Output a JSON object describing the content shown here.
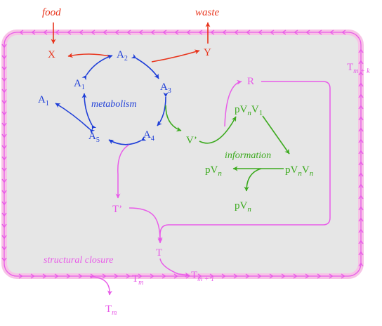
{
  "colors": {
    "metabolism": "#1f3fd8",
    "information": "#3caa1e",
    "structure": "#e85ce8",
    "exchange": "#e8341c",
    "cell_fill": "#e6e6e6",
    "membrane": "#f7c3e6"
  },
  "inputs": {
    "food": "food",
    "waste": "waste",
    "X": "X",
    "Y": "Y"
  },
  "metabolism": {
    "caption": "metabolism",
    "A2": {
      "base": "A",
      "sub": "2"
    },
    "A3": {
      "base": "A",
      "sub": "3"
    },
    "A4": {
      "base": "A",
      "sub": "4"
    },
    "A5": {
      "base": "A",
      "sub": "5"
    },
    "A1_inner": {
      "base": "A",
      "sub": "1"
    },
    "A1_outer": {
      "base": "A",
      "sub": "1"
    }
  },
  "information": {
    "caption": "information",
    "V_prime": "V’",
    "pVnV1": {
      "p": "pV",
      "n": "n",
      "rest": "V",
      "sub": "1"
    },
    "pVnVn": {
      "p": "pV",
      "n": "n",
      "rest": "V",
      "sub": "n"
    },
    "pVn_left": {
      "p": "pV",
      "n": "n"
    },
    "pVn_bottom": {
      "p": "pV",
      "n": "n"
    }
  },
  "structure": {
    "caption": "structural closure",
    "R": "R",
    "T_prime": "T’",
    "T": "T",
    "Tm": {
      "base": "T",
      "sub": "m"
    },
    "Tm1": {
      "base": "T",
      "sub": "m + 1"
    },
    "Tmk": {
      "base": "T",
      "sub": "m + k"
    },
    "Tm_out": {
      "base": "T",
      "sub": "m"
    }
  }
}
